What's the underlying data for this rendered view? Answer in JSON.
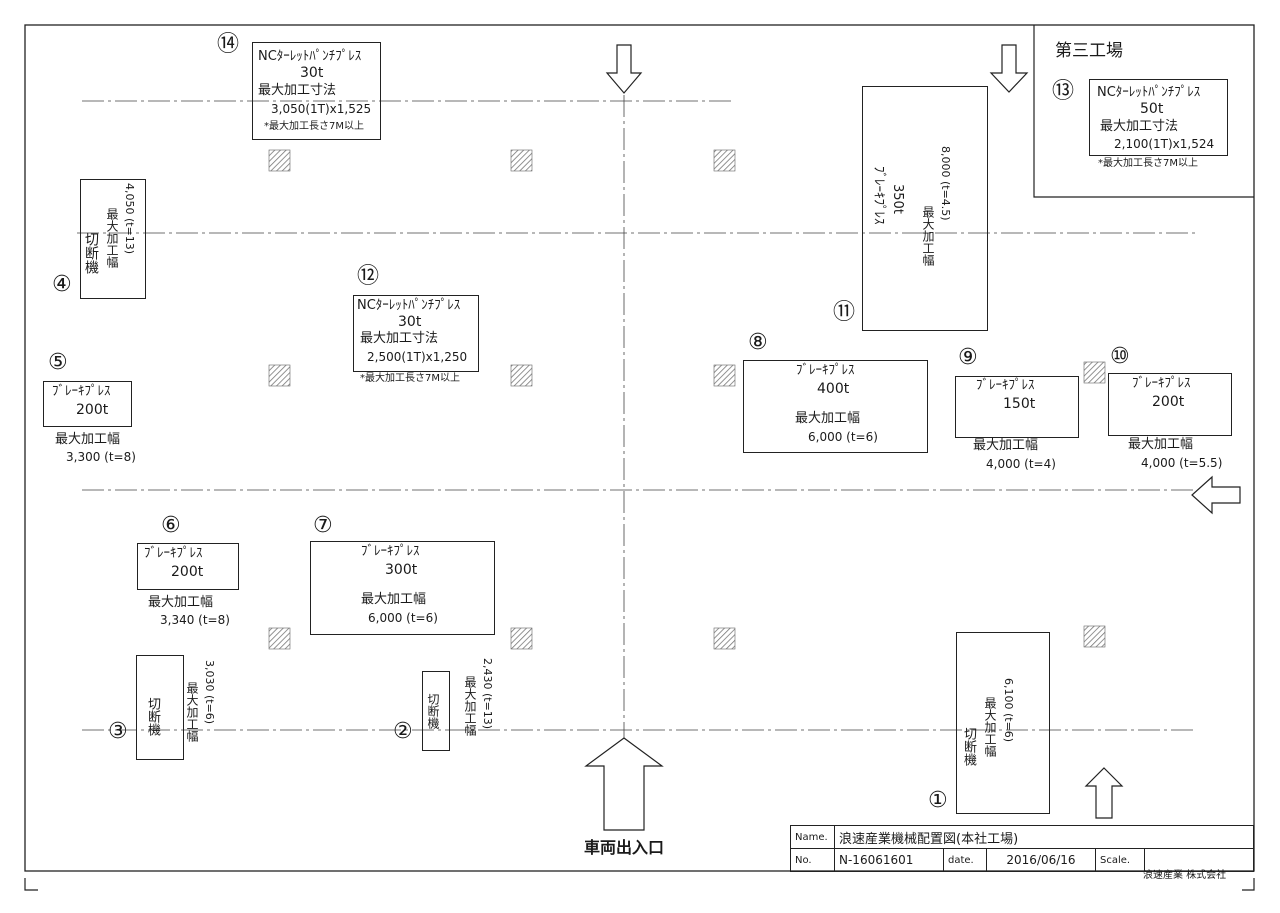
{
  "factory3": {
    "title": "第三工場",
    "machine": {
      "number": "⑬",
      "name": "NCﾀｰﾚｯﾄﾊﾟﾝﾁﾌﾟﾚｽ",
      "tonnage": "50t",
      "spec_label": "最大加工寸法",
      "spec": "2,100(1T)x1,524",
      "note": "*最大加工長さ7M以上"
    }
  },
  "machines": {
    "m1": {
      "number": "①",
      "name": "切断機",
      "spec_label": "最大加工幅",
      "spec": "6,100 (t=6)"
    },
    "m2": {
      "number": "②",
      "name": "切断機",
      "spec_label": "最大加工幅",
      "spec": "2,430 (t=13)"
    },
    "m3": {
      "number": "③",
      "name": "切断機",
      "spec_label": "最大加工幅",
      "spec": "3,030 (t=6)"
    },
    "m4": {
      "number": "④",
      "name": "切断機",
      "spec_label": "最大加工幅",
      "spec": "4,050 (t=13)"
    },
    "m5": {
      "number": "⑤",
      "name": "ﾌﾞﾚｰｷﾌﾟﾚｽ",
      "tonnage": "200t",
      "spec_label": "最大加工幅",
      "spec": "3,300 (t=8)"
    },
    "m6": {
      "number": "⑥",
      "name": "ﾌﾞﾚｰｷﾌﾟﾚｽ",
      "tonnage": "200t",
      "spec_label": "最大加工幅",
      "spec": "3,340 (t=8)"
    },
    "m7": {
      "number": "⑦",
      "name": "ﾌﾞﾚｰｷﾌﾟﾚｽ",
      "tonnage": "300t",
      "spec_label": "最大加工幅",
      "spec": "6,000 (t=6)"
    },
    "m8": {
      "number": "⑧",
      "name": "ﾌﾞﾚｰｷﾌﾟﾚｽ",
      "tonnage": "400t",
      "spec_label": "最大加工幅",
      "spec": "6,000 (t=6)"
    },
    "m9": {
      "number": "⑨",
      "name": "ﾌﾞﾚｰｷﾌﾟﾚｽ",
      "tonnage": "150t",
      "spec_label": "最大加工幅",
      "spec": "4,000 (t=4)"
    },
    "m10": {
      "number": "⑩",
      "name": "ﾌﾞﾚｰｷﾌﾟﾚｽ",
      "tonnage": "200t",
      "spec_label": "最大加工幅",
      "spec": "4,000 (t=5.5)"
    },
    "m11": {
      "number": "⑪",
      "name": "ﾌﾞﾚｰｷﾌﾟﾚｽ",
      "tonnage": "350t",
      "spec_label": "最大加工幅",
      "spec": "8,000 (t=4.5)"
    },
    "m12": {
      "number": "⑫",
      "name": "NCﾀｰﾚｯﾄﾊﾟﾝﾁﾌﾟﾚｽ",
      "tonnage": "30t",
      "spec_label": "最大加工寸法",
      "spec": "2,500(1T)x1,250",
      "note": "*最大加工長さ7M以上"
    },
    "m14": {
      "number": "⑭",
      "name": "NCﾀｰﾚｯﾄﾊﾟﾝﾁﾌﾟﾚｽ",
      "tonnage": "30t",
      "spec_label": "最大加工寸法",
      "spec": "3,050(1T)x1,525",
      "note": "*最大加工長さ7M以上"
    }
  },
  "entrance_label": "車両出入口",
  "title_block": {
    "name_label": "Name.",
    "name_value": "浪速産業機械配置図(本社工場)",
    "no_label": "No.",
    "no_value": "N-16061601",
    "date_label": "date.",
    "date_value": "2016/06/16",
    "scale_label": "Scale.",
    "scale_value": ""
  },
  "company": "浪速産業 株式会社"
}
